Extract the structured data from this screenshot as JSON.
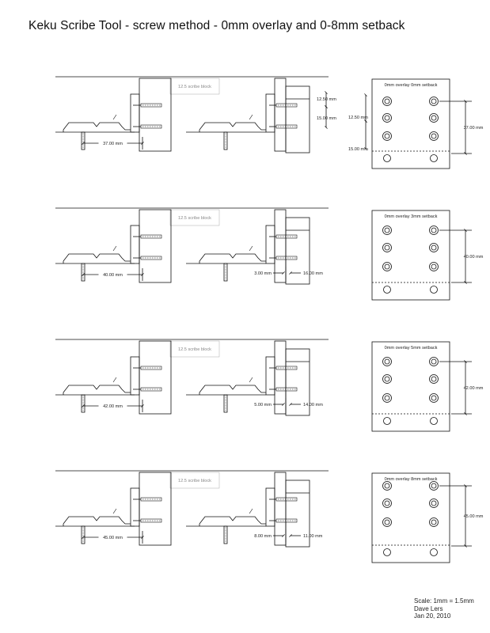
{
  "title": "Keku Scribe Tool - screw method - 0mm overlay and 0-8mm setback",
  "footer": {
    "scale": "Scale: 1mm = 1.5mm",
    "author": "Dave Lers",
    "date": "Jan 20, 2010"
  },
  "rows": [
    {
      "scribe_block_label": "12.5 scribe block",
      "left_dimension": "37.00 mm",
      "setback_label": "",
      "right_label": "",
      "upper_dims": [
        "12.50 mm",
        "15.00 mm"
      ],
      "panel_title": "0mm overlay 0mm setback",
      "panel_dims_left": [
        "12.50 mm",
        "15.00 mm"
      ],
      "panel_dim_right": "37.00 mm"
    },
    {
      "scribe_block_label": "12.5 scribe block",
      "left_dimension": "40.00 mm",
      "setback_label": "3.00 mm",
      "right_label": "16.00 mm",
      "upper_dims": [],
      "panel_title": "0mm overlay 3mm setback",
      "panel_dims_left": [],
      "panel_dim_right": "40.00 mm"
    },
    {
      "scribe_block_label": "12.5 scribe block",
      "left_dimension": "42.00 mm",
      "setback_label": "5.00 mm",
      "right_label": "14.00 mm",
      "upper_dims": [],
      "panel_title": "0mm overlay 5mm setback",
      "panel_dims_left": [],
      "panel_dim_right": "42.00 mm"
    },
    {
      "scribe_block_label": "12.5 scribe block",
      "left_dimension": "45.00 mm",
      "setback_label": "8.00 mm",
      "right_label": "11.00 mm",
      "upper_dims": [],
      "panel_title": "0mm overlay 8mm setback",
      "panel_dims_left": [],
      "panel_dim_right": "45.00 mm"
    }
  ]
}
